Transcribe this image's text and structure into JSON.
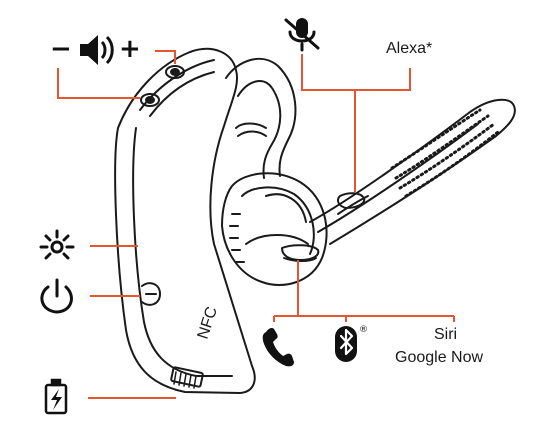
{
  "diagram": {
    "labels": {
      "alexa": "Alexa*",
      "siri": "Siri",
      "google_now": "Google Now",
      "nfc": "NFC",
      "volume_minus": "−",
      "volume_plus": "+",
      "registered_mark": "®"
    },
    "icons": {
      "volume": "speaker-icon",
      "mute": "microphone-muted-icon",
      "led": "led-light-icon",
      "power": "power-icon",
      "battery": "battery-charging-icon",
      "call": "phone-handset-icon",
      "bluetooth": "bluetooth-icon"
    },
    "colors": {
      "callout_line": "#e4572e",
      "outline": "#1a1a1a",
      "text": "#1a1a1a"
    }
  }
}
